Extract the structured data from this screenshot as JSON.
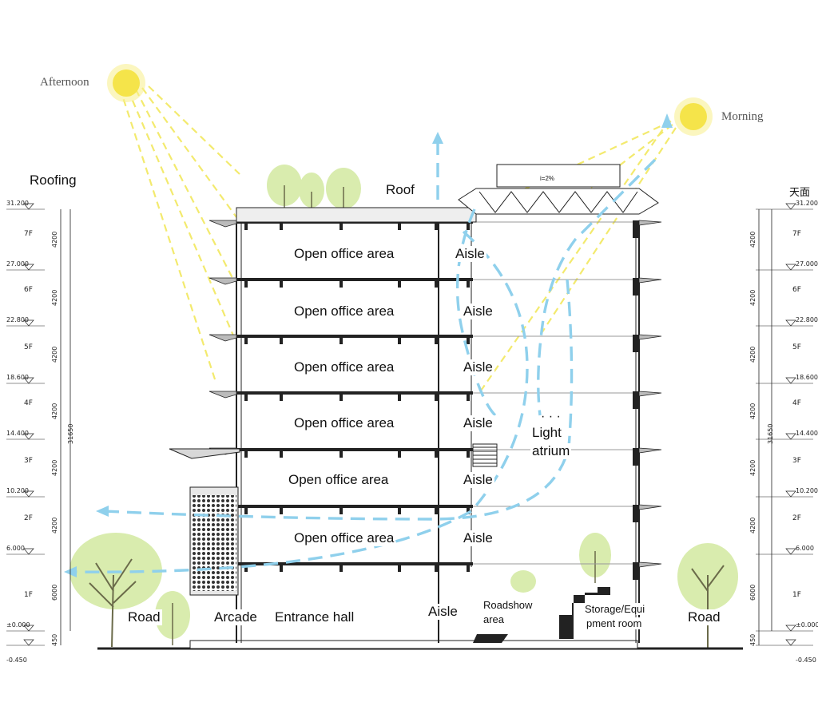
{
  "suns": {
    "afternoon": "Afternoon",
    "morning": "Morning"
  },
  "left_axis": {
    "title": "Roofing",
    "levels": [
      {
        "floor": "",
        "elev": "31.200",
        "h": "4200"
      },
      {
        "floor": "7F",
        "elev": "27.000",
        "h": "4200"
      },
      {
        "floor": "6F",
        "elev": "22.800",
        "h": "4200"
      },
      {
        "floor": "5F",
        "elev": "18.600",
        "h": "4200"
      },
      {
        "floor": "4F",
        "elev": "14.400",
        "h": "4200"
      },
      {
        "floor": "3F",
        "elev": "10.200",
        "h": "4200"
      },
      {
        "floor": "2F",
        "elev": "6.000",
        "h": "6000"
      },
      {
        "floor": "1F",
        "elev": "±0.000",
        "h": "450"
      }
    ],
    "bottom_elev": "-0.450",
    "total": "31650"
  },
  "right_axis": {
    "title": "天面",
    "levels": [
      {
        "floor": "",
        "elev": "31.200",
        "h": "4200"
      },
      {
        "floor": "7F",
        "elev": "27.000",
        "h": "4200"
      },
      {
        "floor": "6F",
        "elev": "22.800",
        "h": "4200"
      },
      {
        "floor": "5F",
        "elev": "18.600",
        "h": "4200"
      },
      {
        "floor": "4F",
        "elev": "14.400",
        "h": "4200"
      },
      {
        "floor": "3F",
        "elev": "10.200",
        "h": "4200"
      },
      {
        "floor": "2F",
        "elev": "6.000",
        "h": "6000"
      },
      {
        "floor": "1F",
        "elev": "±0.000",
        "h": "450"
      }
    ],
    "bottom_elev": "-0.450",
    "total": "31650"
  },
  "roof_label": "Roof",
  "skylight_note": "i=2%",
  "floors": [
    {
      "office": "Open office area",
      "aisle": "Aisle"
    },
    {
      "office": "Open office area",
      "aisle": "Aisle"
    },
    {
      "office": "Open office area",
      "aisle": "Aisle"
    },
    {
      "office": "Open office area",
      "aisle": "Aisle"
    },
    {
      "office": "Open office area",
      "aisle": "Aisle"
    },
    {
      "office": "Open office area",
      "aisle": "Aisle"
    }
  ],
  "atrium": {
    "dots": "· · ·",
    "line1": "Light",
    "line2": "atrium"
  },
  "ground": {
    "road_left": "Road",
    "arcade": "Arcade",
    "entrance": "Entrance hall",
    "aisle": "Aisle",
    "roadshow_1": "Roadshow",
    "roadshow_2": "area",
    "storage_1": "Storage/Equi",
    "storage_2": "pment room",
    "road_right": "Road"
  },
  "colors": {
    "sun": "#f5e44a",
    "sunray": "#f3ea6e",
    "airflow": "#8fd0ec",
    "tree_canopy": "#d9ecae",
    "structure": "#222222"
  }
}
